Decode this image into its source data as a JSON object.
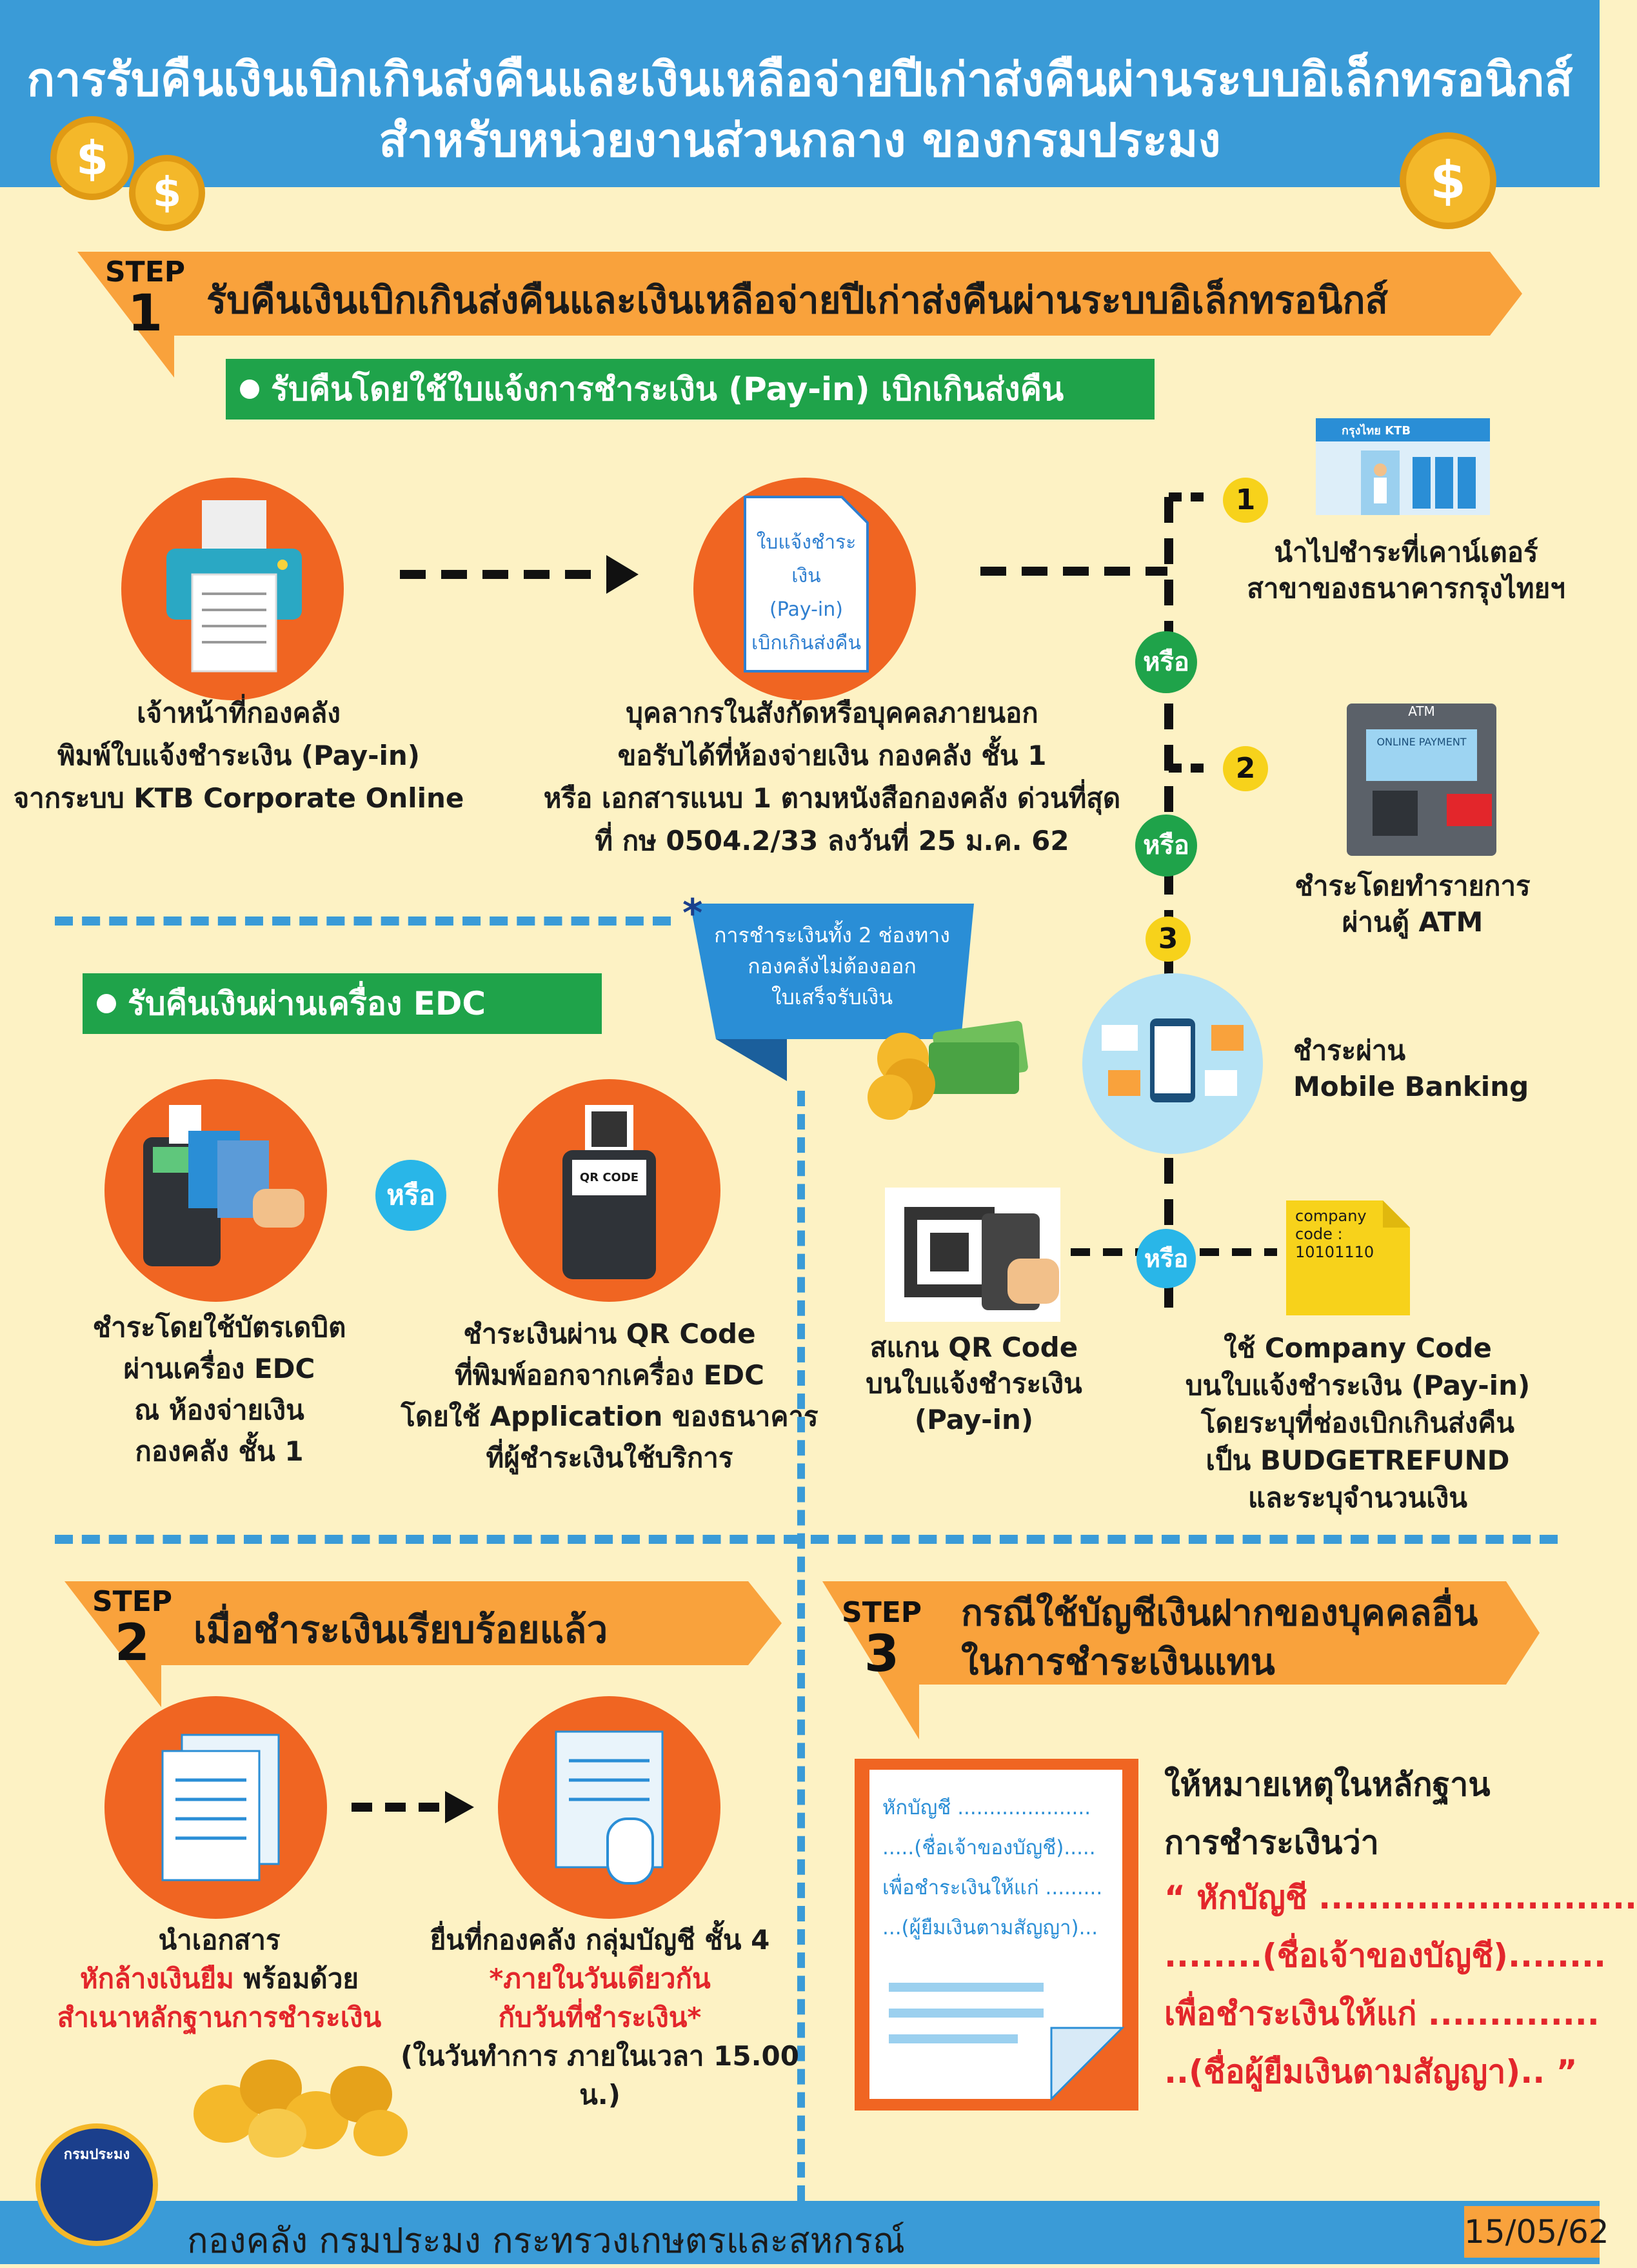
{
  "header": {
    "line1": "การรับคืนเงินเบิกเกินส่งคืนและเงินเหลือจ่ายปีเก่าส่งคืนผ่านระบบอิเล็กทรอนิกส์",
    "line2": "สำหรับหน่วยงานส่วนกลาง ของกรมประมง",
    "coin_symbol": "$"
  },
  "step1": {
    "step_word": "STEP",
    "step_num": "1",
    "title": "รับคืนเงินเบิกเกินส่งคืนและเงินเหลือจ่ายปีเก่าส่งคืนผ่านระบบอิเล็กทรอนิกส์",
    "payin_tag": "รับคืนโดยใช้ใบแจ้งการชำระเงิน (Pay-in) เบิกเกินส่งคืน",
    "doc_text": [
      "ใบแจ้งชำระเงิน",
      "(Pay-in)",
      "เบิกเกินส่งคืน"
    ],
    "printer_caption": [
      "เจ้าหน้าที่กองคลัง",
      "พิมพ์ใบแจ้งชำระเงิน (Pay-in)",
      "จากระบบ KTB Corporate Online"
    ],
    "receive_caption": [
      "บุคลากรในสังกัดหรือบุคคลภายนอก",
      "ขอรับได้ที่ห้องจ่ายเงิน กองคลัง ชั้น 1",
      "หรือ เอกสารแนบ 1 ตามหนังสือกองคลัง ด่วนที่สุด",
      "ที่ กษ 0504.2/33 ลงวันที่ 25 ม.ค. 62"
    ],
    "bank_sign": "กรุงไทย KTB",
    "option1": [
      "นำไปชำระที่เคาน์เตอร์",
      "สาขาของธนาคารกรุงไทยฯ"
    ],
    "atm_sign": "ATM",
    "atm_screen": "ONLINE PAYMENT",
    "option2": [
      "ชำระโดยทำรายการ",
      "ผ่านตู้ ATM"
    ],
    "option3": [
      "ชำระผ่าน",
      "Mobile Banking"
    ],
    "or": "หรือ",
    "num1": "1",
    "num2": "2",
    "num3": "3",
    "note_star": "*",
    "note": [
      "การชำระเงินทั้ง 2 ช่องทาง",
      "กองคลังไม่ต้องออก",
      "ใบเสร็จรับเงิน"
    ],
    "qr_scan": [
      "สแกน QR Code",
      "บนใบแจ้งชำระเงิน",
      "(Pay-in)"
    ],
    "company_note": [
      "company",
      "code :",
      "10101110"
    ],
    "company_caption": [
      "ใช้ Company Code",
      "บนใบแจ้งชำระเงิน (Pay-in)",
      "โดยระบุที่ช่องเบิกเกินส่งคืน",
      "เป็น BUDGETREFUND",
      "และระบุจำนวนเงิน"
    ],
    "edc_tag": "รับคืนเงินผ่านเครื่อง EDC",
    "edc_card_caption": [
      "ชำระโดยใช้บัตรเดบิต",
      "ผ่านเครื่อง EDC",
      "ณ ห้องจ่ายเงิน",
      "กองคลัง ชั้น 1"
    ],
    "edc_qr_label": "QR CODE",
    "edc_qr_caption": [
      "ชำระเงินผ่าน QR Code",
      "ที่พิมพ์ออกจากเครื่อง EDC",
      "โดยใช้ Application ของธนาคาร",
      "ที่ผู้ชำระเงินใช้บริการ"
    ]
  },
  "step2": {
    "step_word": "STEP",
    "step_num": "2",
    "title": "เมื่อชำระเงินเรียบร้อยแล้ว",
    "caption_left_1": "นำเอกสาร",
    "caption_left_2_red": "หักล้างเงินยืม",
    "caption_left_2_black": " พร้อมด้วย",
    "caption_left_3_red": "สำเนาหลักฐานการชำระเงิน",
    "caption_right_1": "ยื่นที่กองคลัง กลุ่มบัญชี ชั้น 4",
    "caption_right_2_red": "*ภายในวันเดียวกัน",
    "caption_right_3_red": "กับวันที่ชำระเงิน*",
    "caption_right_4": "(ในวันทำการ ภายในเวลา 15.00 น.)"
  },
  "step3": {
    "step_word": "STEP",
    "step_num": "3",
    "title_1": "กรณีใช้บัญชีเงินฝากของบุคคลอื่น",
    "title_2": "ในการชำระเงินแทน",
    "doc_lines": [
      "หักบัญชี .....................",
      ".....(ชื่อเจ้าของบัญชี).....",
      "เพื่อชำระเงินให้แก่ .........",
      "...(ผู้ยืมเงินตามสัญญา)..."
    ],
    "text_1": "ให้หมายเหตุในหลักฐาน",
    "text_2": "การชำระเงินว่า",
    "quote_1": "“ หักบัญชี ..........................",
    "quote_2": "........(ชื่อเจ้าของบัญชี)........",
    "quote_3": "เพื่อชำระเงินให้แก่ ..............",
    "quote_4": "..(ชื่อผู้ยืมเงินตามสัญญา).. ”"
  },
  "footer": {
    "seal_text": "กรมประมง",
    "text": "กองคลัง กรมประมง กระทรวงเกษตรและสหกรณ์",
    "date": "15/05/62"
  }
}
